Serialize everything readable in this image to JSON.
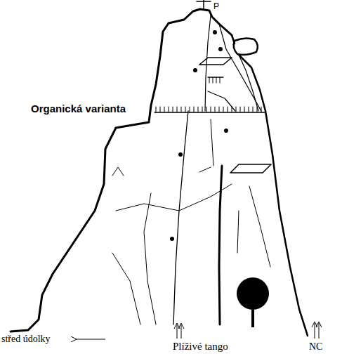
{
  "diagram": {
    "labels": [
      "P",
      "Organická varianta",
      "střed údolky",
      "Plíživé tango",
      "NC"
    ]
  }
}
